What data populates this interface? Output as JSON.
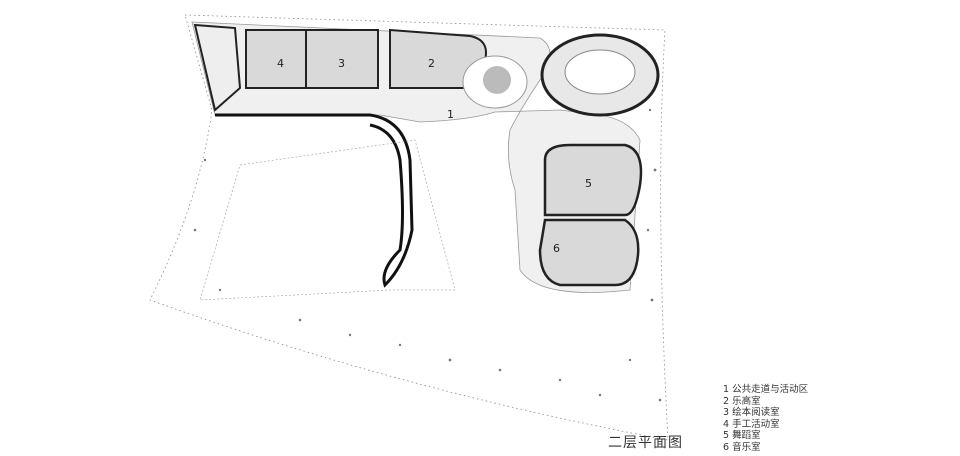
{
  "plan": {
    "title": "二层平面图",
    "room_numbers": [
      "1",
      "2",
      "3",
      "4",
      "5",
      "6"
    ],
    "legend": [
      "1 公共走道与活动区",
      "2 乐高室",
      "3 绘本阅读室",
      "4 手工活动室",
      "5 舞蹈室",
      "6 音乐室"
    ]
  }
}
